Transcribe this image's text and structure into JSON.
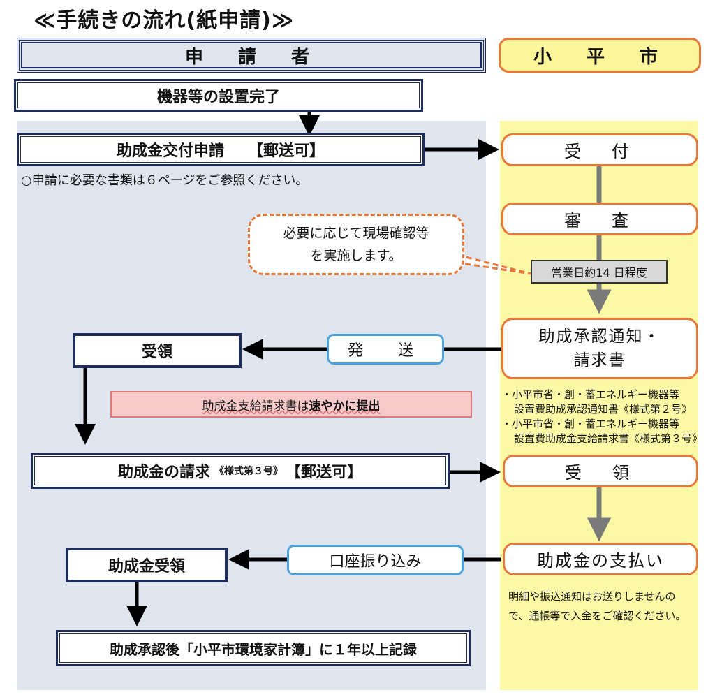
{
  "title": "≪手続きの流れ(紙申請)≫",
  "headers": {
    "applicant": "申　請　者",
    "city": "小　平　市"
  },
  "applicant": {
    "install": "機器等の設置完了",
    "apply_main": "助成金交付申請",
    "apply_mail": "【郵送可】",
    "apply_note": "○申請に必要な書類は６ページをご参照ください。",
    "receive": "受領",
    "pink_pre": "助成金支給請求書は",
    "pink_bold": "速やかに提出",
    "claim_main": "助成金の請求",
    "claim_form": "《様式第３号》",
    "claim_mail": "【郵送可】",
    "money_receive": "助成金受領",
    "record": "助成承認後「小平市環境家計簿」に１年以上記録"
  },
  "city": {
    "accept": "受　付",
    "review": "審　査",
    "days": "営業日約14 日程度",
    "approval_line1": "助成承認通知・",
    "approval_line2": "請求書",
    "approval_note1a": "・小平市省・創・蓄エネルギー機器等",
    "approval_note1b": "設置費助成承認通知書《様式第２号》",
    "approval_note2a": "・小平市省・創・蓄エネルギー機器等",
    "approval_note2b": "設置費助成金支給請求書《様式第３号》",
    "receive": "受　領",
    "payment": "助成金の支払い",
    "payment_note1": "明細や振込通知はお送りしませんの",
    "payment_note2": "で、通帳等で入金をご確認ください。"
  },
  "transfer": {
    "send": "発　送",
    "bank": "口座振り込み"
  },
  "callout": {
    "line1": "必要に応じて現場確認等",
    "line2": "を実施します。"
  },
  "colors": {
    "navy": "#1f2d5c",
    "orange": "#e5793a",
    "blue": "#4aa3df",
    "left_bg": "#dfe5ef",
    "right_bg": "#fbf8a6",
    "pink": "#f8c9c9"
  }
}
